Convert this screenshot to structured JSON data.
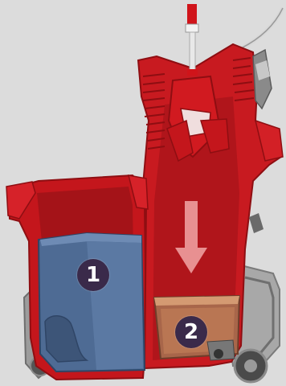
{
  "markers": [
    {
      "label": "1",
      "color": "#3a2a4a"
    },
    {
      "label": "2",
      "color": "#3a2a4a"
    }
  ],
  "colors": {
    "background": "#dcdcdc",
    "bucket_red": "#c4161c",
    "bucket_red_dark": "#8e0e12",
    "insert_blue": "#4e6b94",
    "tray_wood": "#a8664a",
    "frame_grey": "#9a9a9a",
    "arrow_pink": "#f2a6a6"
  },
  "arrow_direction": "down"
}
